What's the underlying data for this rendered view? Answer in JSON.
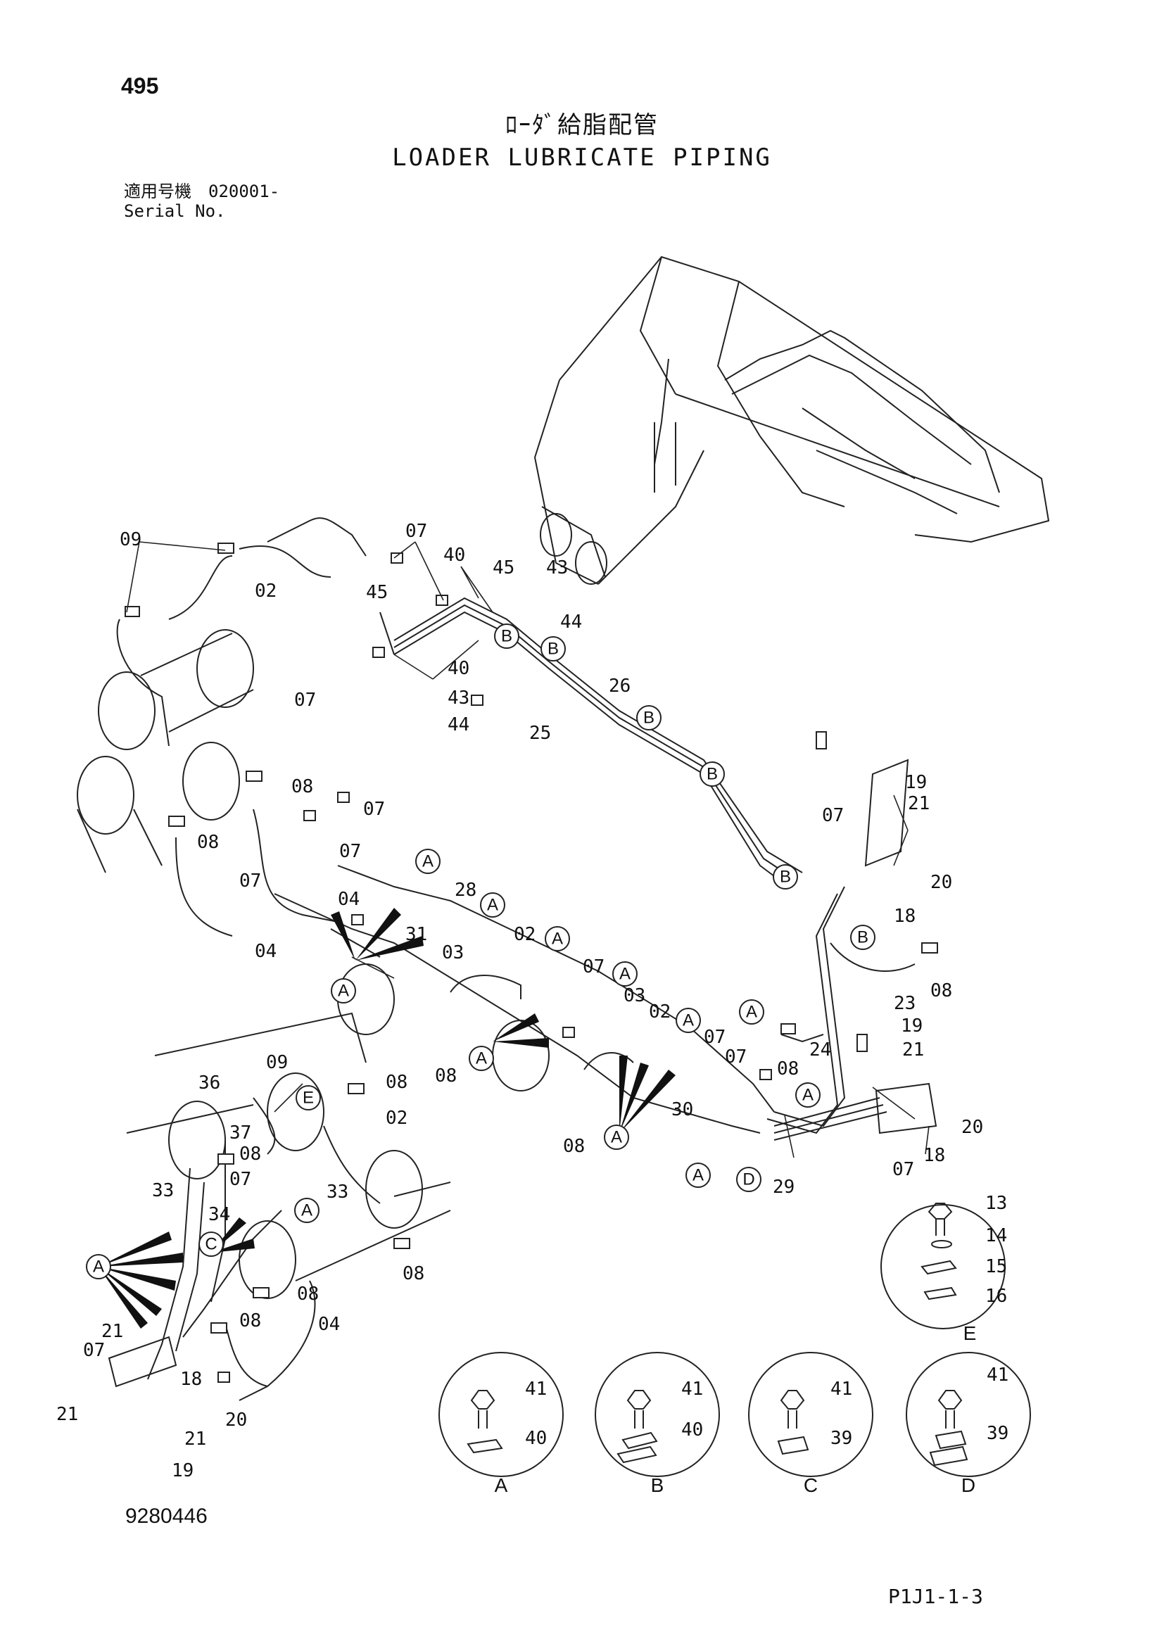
{
  "header": {
    "page_number": "495",
    "title_jp": "ﾛｰﾀﾞ給脂配管",
    "title_en": "LOADER LUBRICATE PIPING",
    "serial_jp": "適用号機　020001-",
    "serial_en": "Serial No."
  },
  "footer": {
    "drawing_number": "9280446",
    "page_ref": "P1J1-1-3"
  },
  "part_labels": [
    {
      "id": "p09a",
      "text": "09"
    },
    {
      "id": "p02a",
      "text": "02"
    },
    {
      "id": "p07a",
      "text": "07"
    },
    {
      "id": "p40a",
      "text": "40"
    },
    {
      "id": "p45a",
      "text": "45"
    },
    {
      "id": "p45b",
      "text": "45"
    },
    {
      "id": "p43a",
      "text": "43"
    },
    {
      "id": "p44a",
      "text": "44"
    },
    {
      "id": "p40b",
      "text": "40"
    },
    {
      "id": "p07b",
      "text": "07"
    },
    {
      "id": "p43b",
      "text": "43"
    },
    {
      "id": "p44b",
      "text": "44"
    },
    {
      "id": "p26",
      "text": "26"
    },
    {
      "id": "p25",
      "text": "25"
    },
    {
      "id": "p08a",
      "text": "08"
    },
    {
      "id": "p07c",
      "text": "07"
    },
    {
      "id": "p08b",
      "text": "08"
    },
    {
      "id": "p07d",
      "text": "07"
    },
    {
      "id": "p07e",
      "text": "07"
    },
    {
      "id": "p04a",
      "text": "04"
    },
    {
      "id": "p04b",
      "text": "04"
    },
    {
      "id": "p28",
      "text": "28"
    },
    {
      "id": "p31",
      "text": "31"
    },
    {
      "id": "p03a",
      "text": "03"
    },
    {
      "id": "p02b",
      "text": "02"
    },
    {
      "id": "p07f",
      "text": "07"
    },
    {
      "id": "p03b",
      "text": "03"
    },
    {
      "id": "p02c",
      "text": "02"
    },
    {
      "id": "p07g",
      "text": "07"
    },
    {
      "id": "p07h",
      "text": "07"
    },
    {
      "id": "p08c",
      "text": "08"
    },
    {
      "id": "p08d",
      "text": "08"
    },
    {
      "id": "p08e",
      "text": "08"
    },
    {
      "id": "p30",
      "text": "30"
    },
    {
      "id": "p29",
      "text": "29"
    },
    {
      "id": "p19a",
      "text": "19"
    },
    {
      "id": "p21a",
      "text": "21"
    },
    {
      "id": "p07i",
      "text": "07"
    },
    {
      "id": "p20a",
      "text": "20"
    },
    {
      "id": "p18a",
      "text": "18"
    },
    {
      "id": "p08f",
      "text": "08"
    },
    {
      "id": "p23",
      "text": "23"
    },
    {
      "id": "p24",
      "text": "24"
    },
    {
      "id": "p19b",
      "text": "19"
    },
    {
      "id": "p21b",
      "text": "21"
    },
    {
      "id": "p20b",
      "text": "20"
    },
    {
      "id": "p18b",
      "text": "18"
    },
    {
      "id": "p07j",
      "text": "07"
    },
    {
      "id": "p36",
      "text": "36"
    },
    {
      "id": "p09b",
      "text": "09"
    },
    {
      "id": "p08g",
      "text": "08"
    },
    {
      "id": "p02d",
      "text": "02"
    },
    {
      "id": "p37",
      "text": "37"
    },
    {
      "id": "p08h",
      "text": "08"
    },
    {
      "id": "p07k",
      "text": "07"
    },
    {
      "id": "p33a",
      "text": "33"
    },
    {
      "id": "p33b",
      "text": "33"
    },
    {
      "id": "p34",
      "text": "34"
    },
    {
      "id": "p08i",
      "text": "08"
    },
    {
      "id": "p08j",
      "text": "08"
    },
    {
      "id": "p08k",
      "text": "08"
    },
    {
      "id": "p04c",
      "text": "04"
    },
    {
      "id": "p21c",
      "text": "21"
    },
    {
      "id": "p07l",
      "text": "07"
    },
    {
      "id": "p18c",
      "text": "18"
    },
    {
      "id": "p20c",
      "text": "20"
    },
    {
      "id": "p21d",
      "text": "21"
    },
    {
      "id": "p21e",
      "text": "21"
    },
    {
      "id": "p19c",
      "text": "19"
    }
  ],
  "callouts": [
    {
      "id": "cB1",
      "text": "B"
    },
    {
      "id": "cB2",
      "text": "B"
    },
    {
      "id": "cB3",
      "text": "B"
    },
    {
      "id": "cB4",
      "text": "B"
    },
    {
      "id": "cB5",
      "text": "B"
    },
    {
      "id": "cB6",
      "text": "B"
    },
    {
      "id": "cA1",
      "text": "A"
    },
    {
      "id": "cA2",
      "text": "A"
    },
    {
      "id": "cA3",
      "text": "A"
    },
    {
      "id": "cA4",
      "text": "A"
    },
    {
      "id": "cA5",
      "text": "A"
    },
    {
      "id": "cA6",
      "text": "A"
    },
    {
      "id": "cA7",
      "text": "A"
    },
    {
      "id": "cA8",
      "text": "A"
    },
    {
      "id": "cA9",
      "text": "A"
    },
    {
      "id": "cA10",
      "text": "A"
    },
    {
      "id": "cA11",
      "text": "A"
    },
    {
      "id": "cA12",
      "text": "A"
    },
    {
      "id": "cA13",
      "text": "A"
    },
    {
      "id": "cD1",
      "text": "D"
    },
    {
      "id": "cE1",
      "text": "E"
    },
    {
      "id": "cC1",
      "text": "C"
    }
  ],
  "details": [
    {
      "id": "A",
      "caption": "A",
      "labels": [
        "41",
        "40"
      ]
    },
    {
      "id": "B",
      "caption": "B",
      "labels": [
        "41",
        "40"
      ]
    },
    {
      "id": "C",
      "caption": "C",
      "labels": [
        "41",
        "39"
      ]
    },
    {
      "id": "D",
      "caption": "D",
      "labels": [
        "41",
        "39"
      ]
    },
    {
      "id": "E",
      "caption": "E",
      "labels": [
        "13",
        "14",
        "15",
        "16"
      ]
    }
  ]
}
